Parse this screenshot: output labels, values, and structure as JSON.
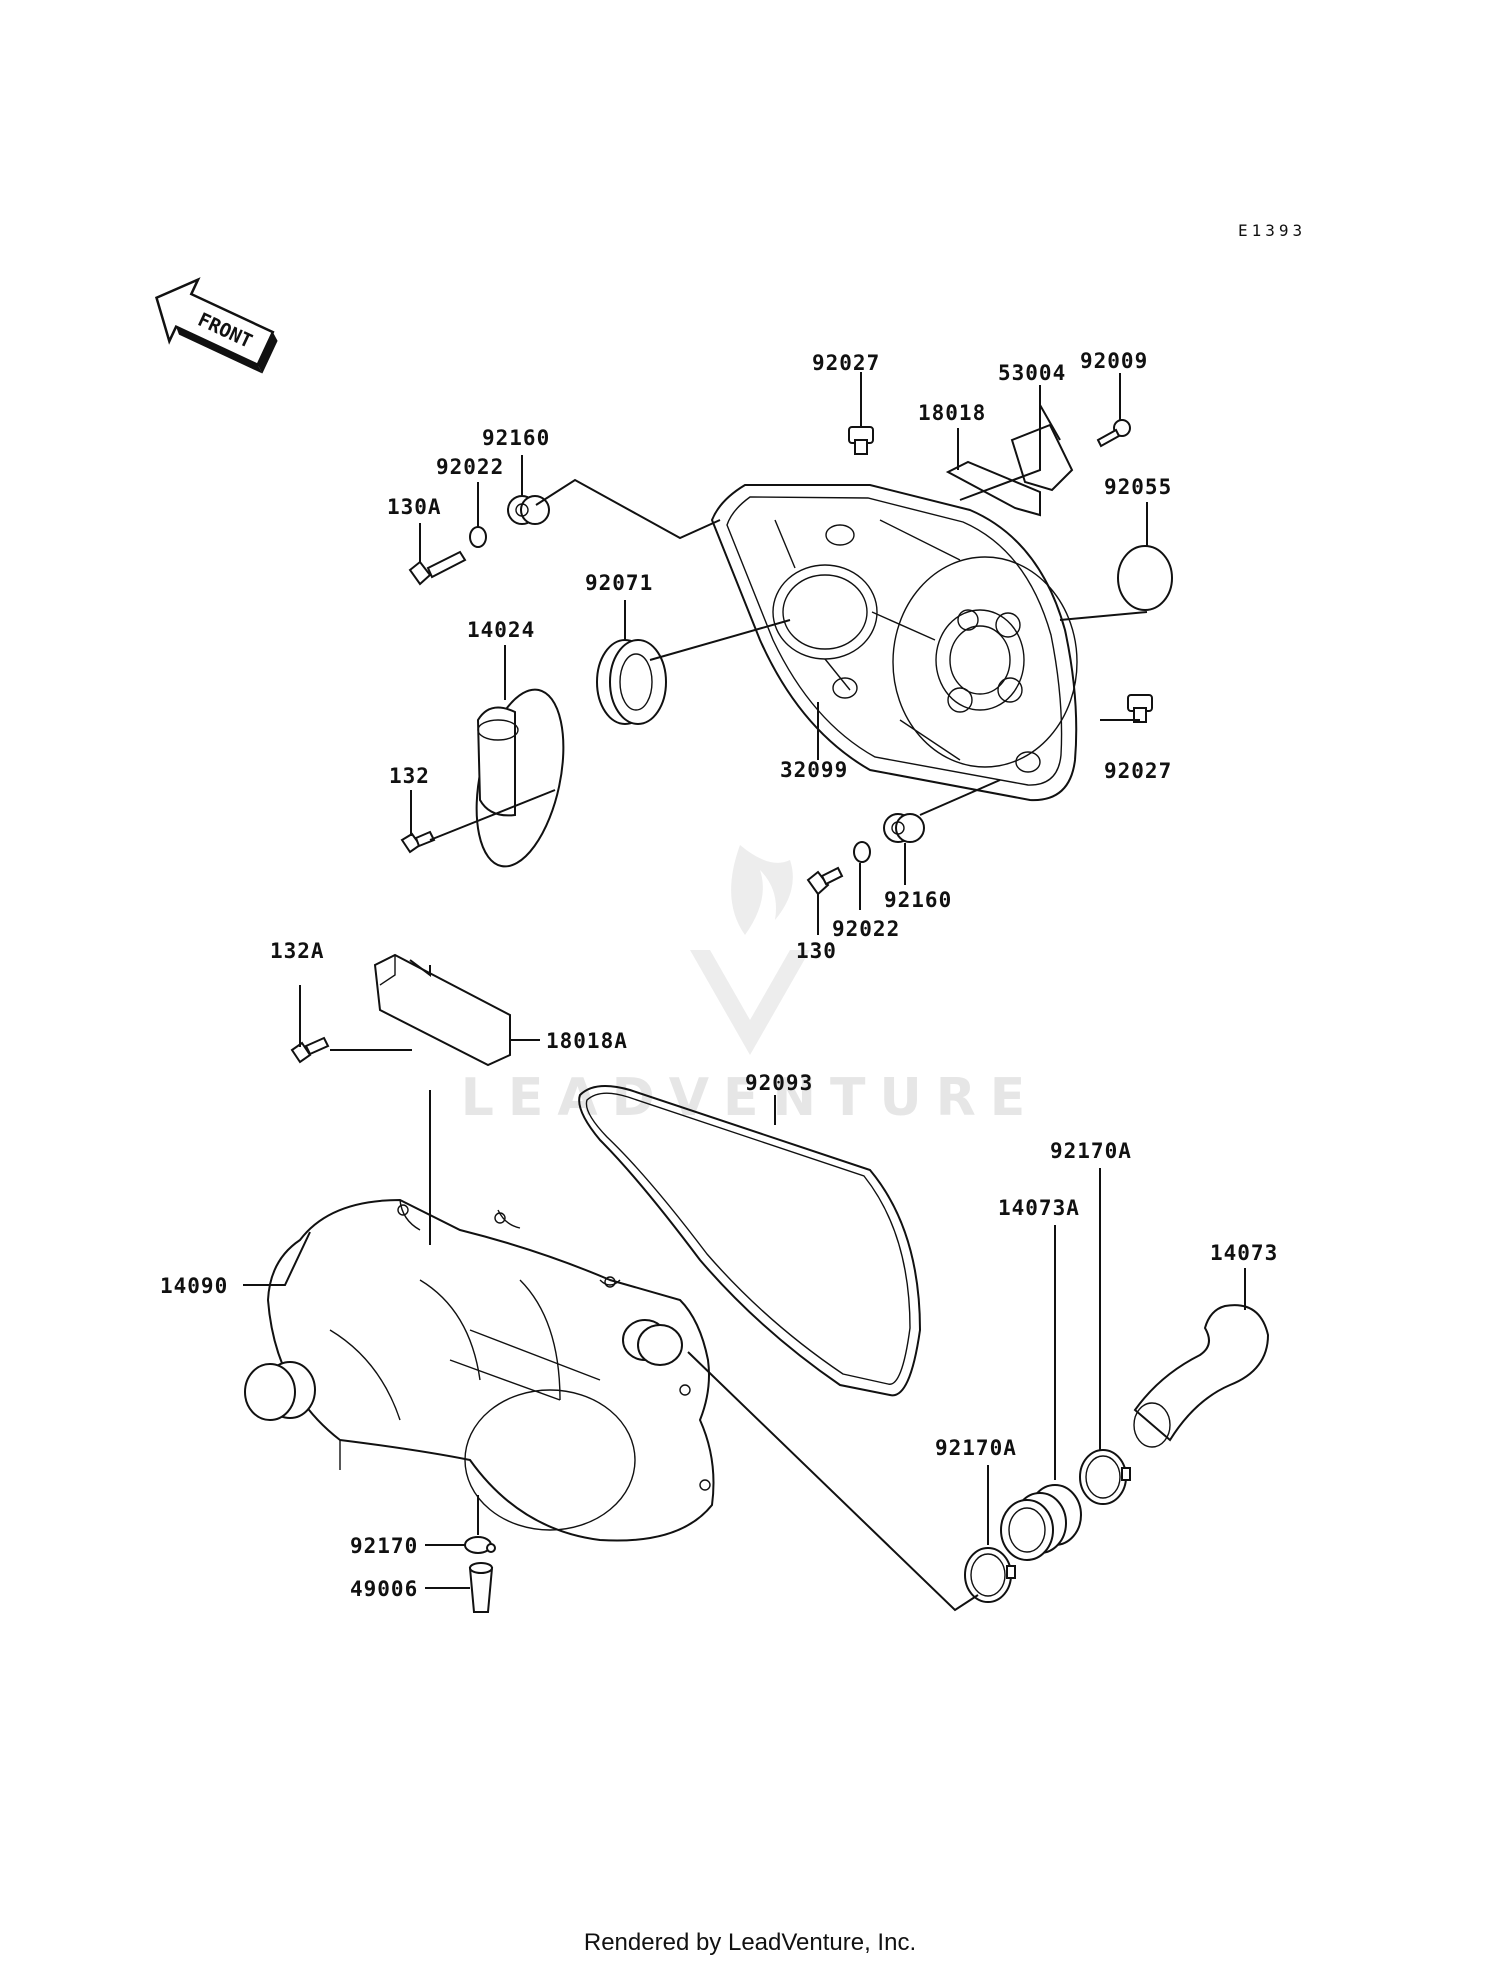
{
  "diagram_code": "E1393",
  "front_arrow_label": "FRONT",
  "watermark": "LEADVENTURE",
  "footer": "Rendered by LeadVenture, Inc.",
  "parts": {
    "p92027_top": "92027",
    "p53004": "53004",
    "p92009": "92009",
    "p18018": "18018",
    "p92160_top": "92160",
    "p92022_top": "92022",
    "p130A": "130A",
    "p92055": "92055",
    "p92071": "92071",
    "p14024": "14024",
    "p132": "132",
    "p32099": "32099",
    "p92027_right": "92027",
    "p92160_bottom": "92160",
    "p92022_bottom": "92022",
    "p130": "130",
    "p132A": "132A",
    "p18018A": "18018A",
    "p92093": "92093",
    "p14090": "14090",
    "p14073": "14073",
    "p92170A_upper": "92170A",
    "p14073A": "14073A",
    "p92170A_lower": "92170A",
    "p92170": "92170",
    "p49006": "49006"
  }
}
